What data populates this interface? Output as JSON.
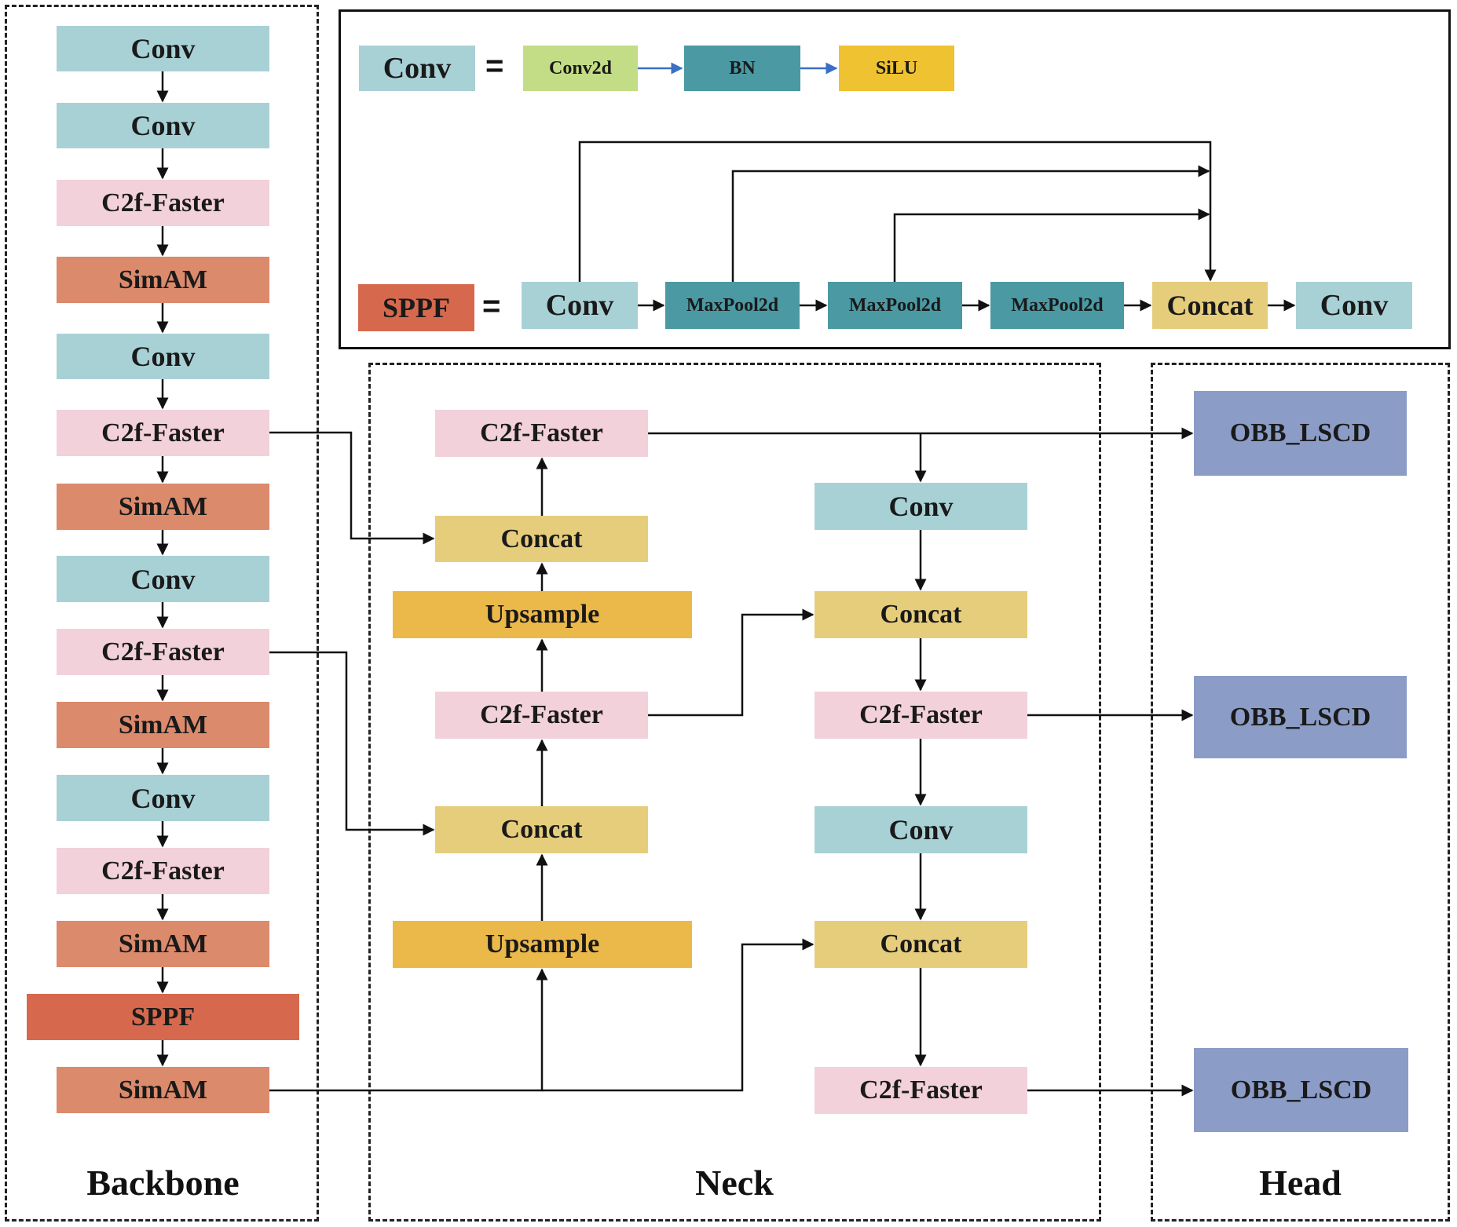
{
  "colors": {
    "conv": "#a8d1d6",
    "c2f": "#f2d1da",
    "simam": "#dc8a6c",
    "sppf": "#d6694d",
    "concat": "#e6cd7c",
    "upsample": "#ebb84a",
    "obb": "#8b9dc7",
    "conv2d": "#c3dd86",
    "bn": "#4a99a3",
    "silu": "#eec230",
    "maxpool": "#4a99a3",
    "line": "#111111",
    "blue_arrow": "#3b6fc4"
  },
  "labels": {
    "conv": "Conv",
    "c2f": "C2f-Faster",
    "simam": "SimAM",
    "sppf": "SPPF",
    "concat": "Concat",
    "upsample": "Upsample",
    "obb": "OBB_LSCD",
    "conv2d": "Conv2d",
    "bn": "BN",
    "silu": "SiLU",
    "maxpool": "MaxPool2d",
    "equals": "="
  },
  "sections": {
    "backbone": "Backbone",
    "neck": "Neck",
    "head": "Head"
  }
}
